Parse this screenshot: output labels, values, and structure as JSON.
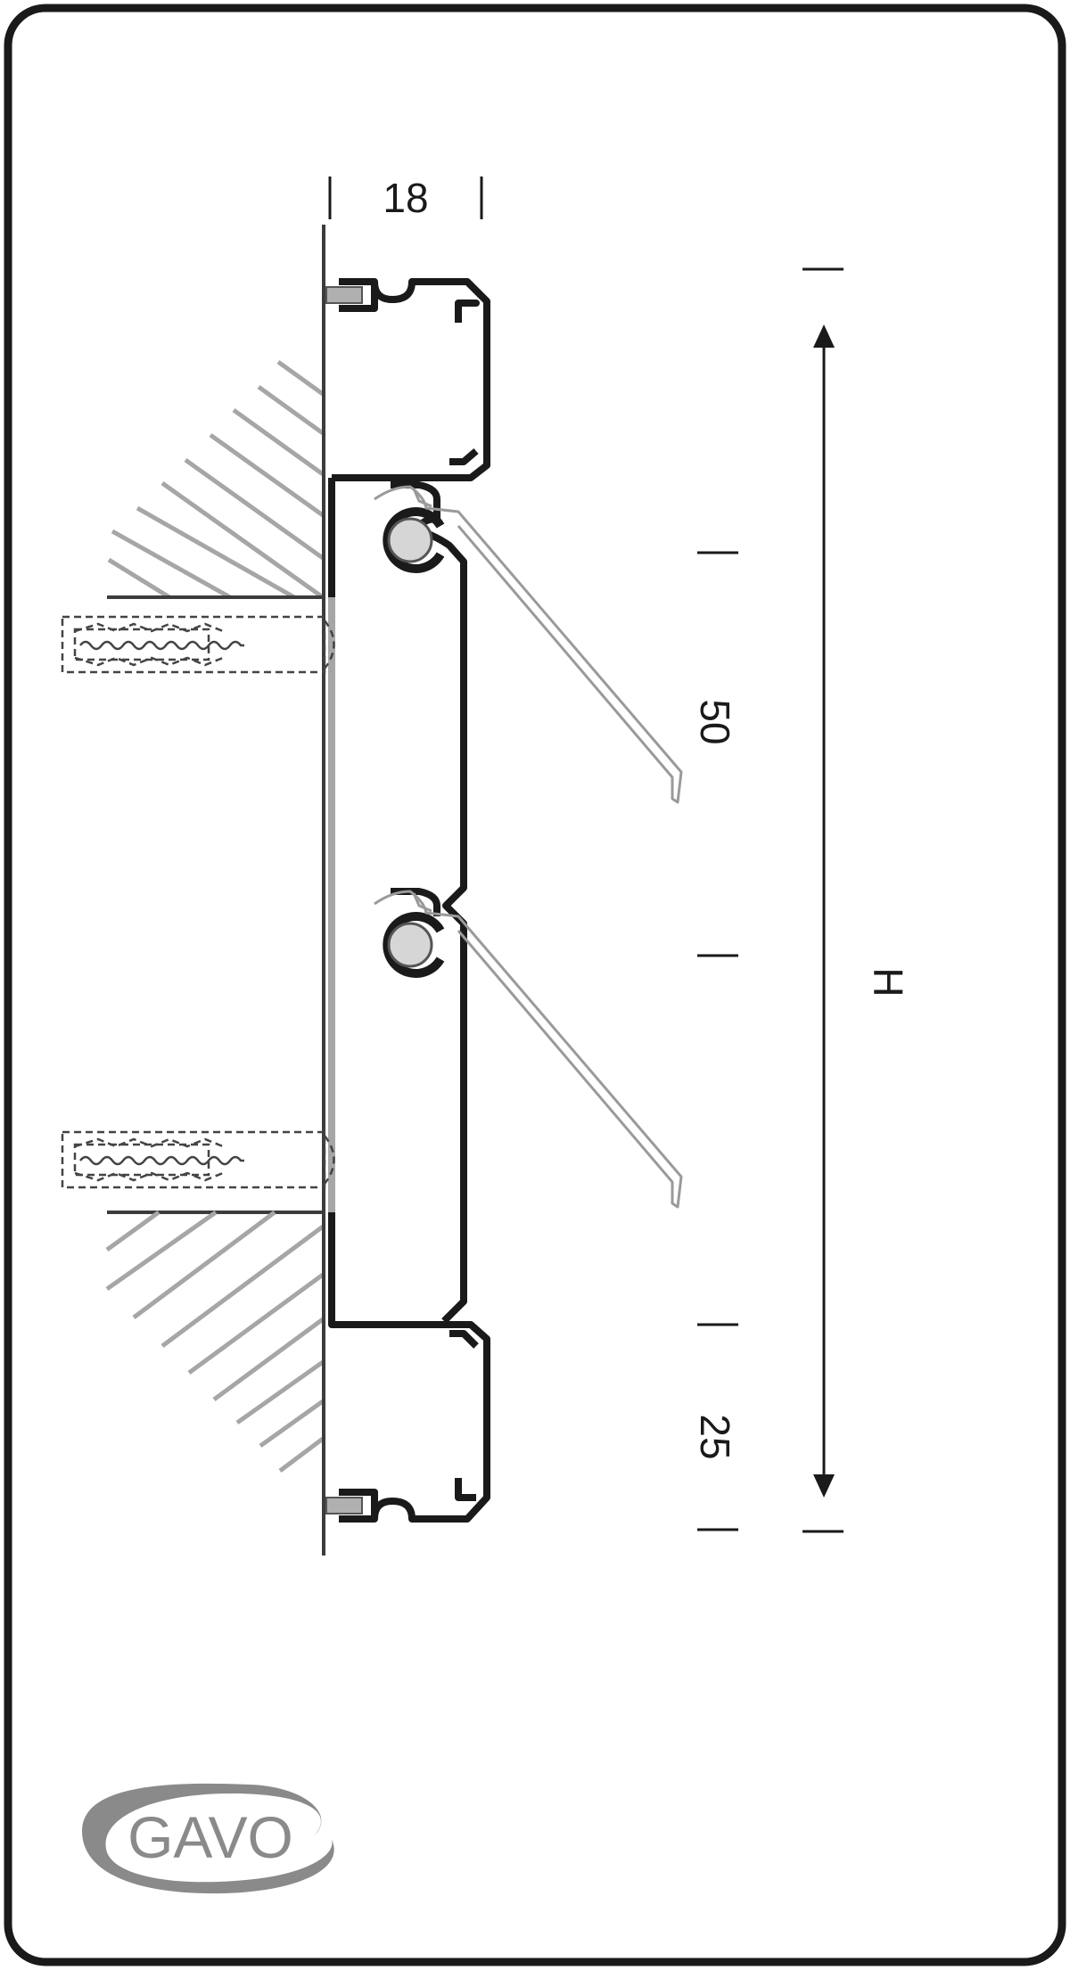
{
  "diagram": {
    "dimensions": {
      "depth": "18",
      "slat_pitch": "50",
      "frame_height": "25",
      "total_height": "H"
    },
    "logo": {
      "text": "GAVO"
    },
    "colors": {
      "profile": "#1a1a1a",
      "slat": "#b8b8b8",
      "hatch": "#a6a6a6",
      "logo": "#8a8a8a",
      "border": "#1a1a1a"
    }
  }
}
